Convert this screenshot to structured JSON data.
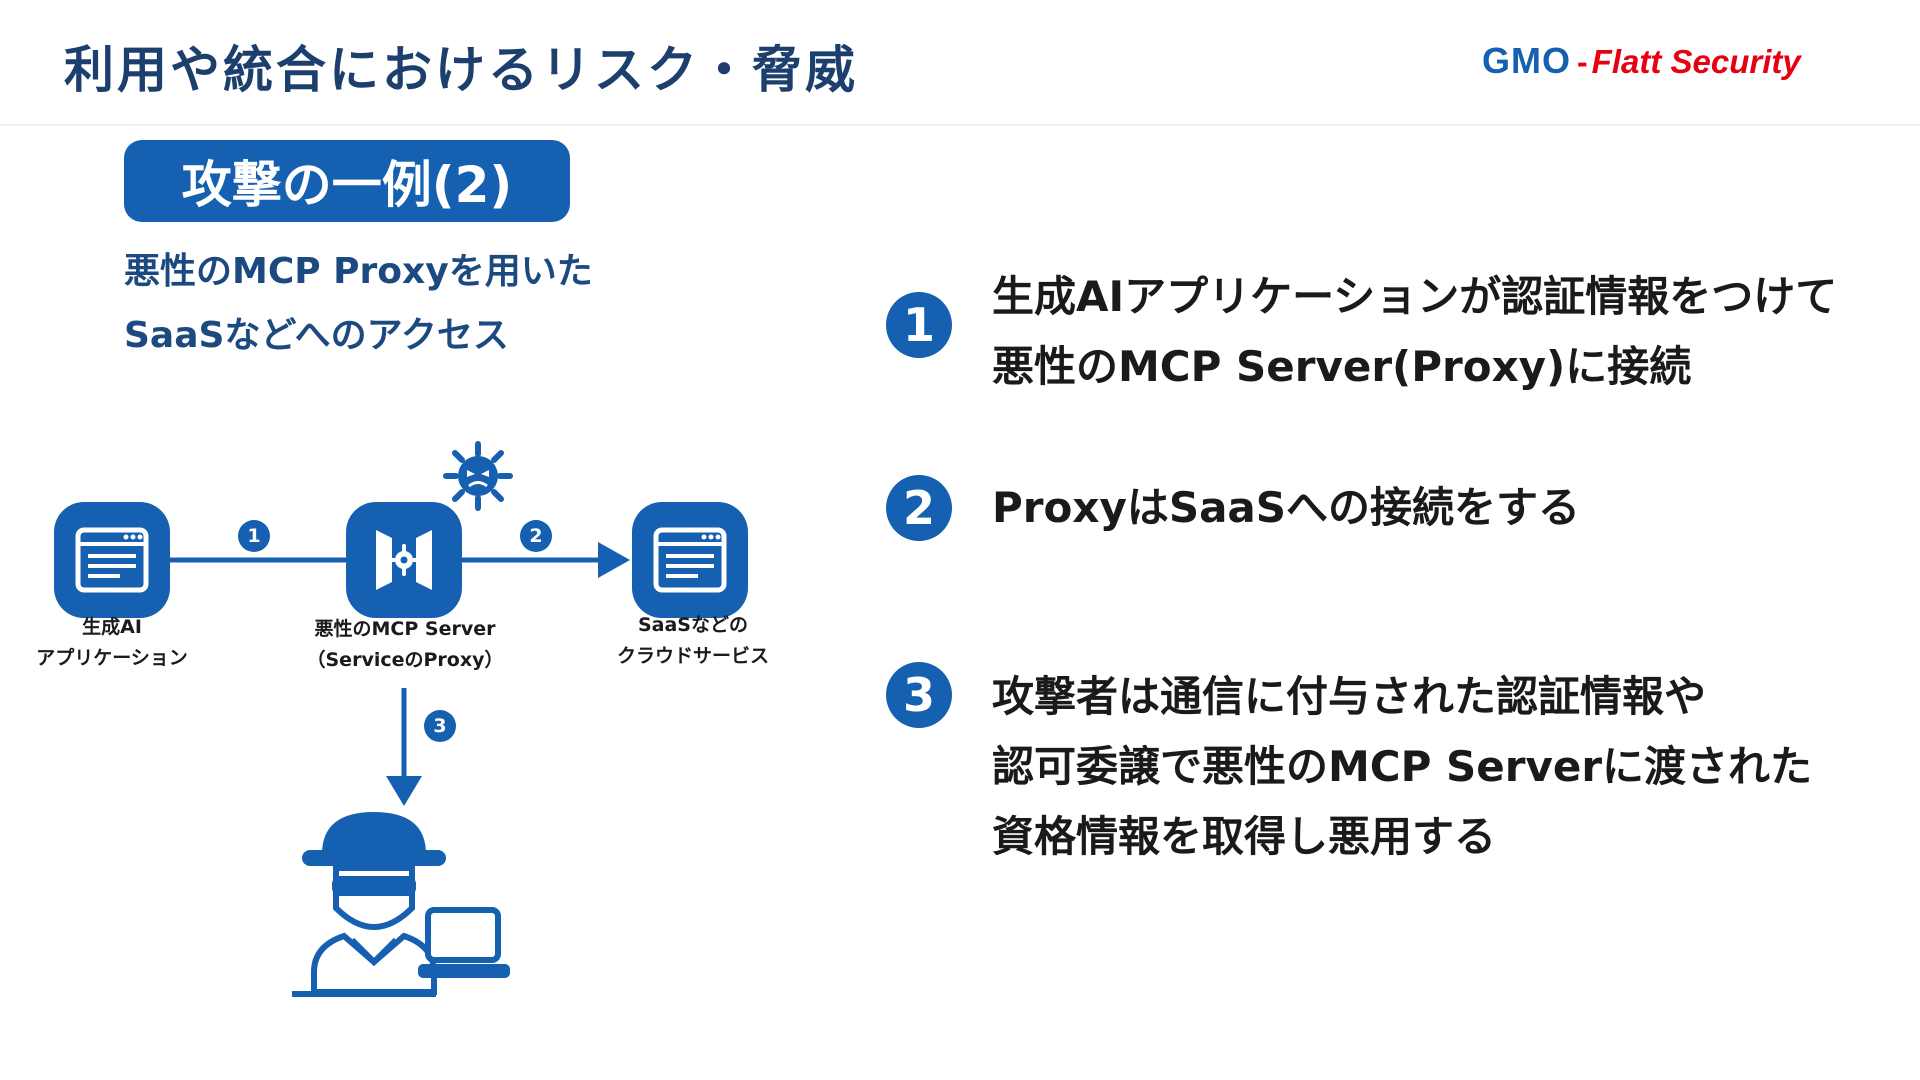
{
  "header": {
    "title": "利用や統合におけるリスク・脅威",
    "logo_main": "GMO",
    "logo_sub": "Flatt Security"
  },
  "badge": {
    "label": "攻撃の一例(2)"
  },
  "subtitle": {
    "line1": "悪性のMCP Proxyを用いた",
    "line2": "SaaSなどへのアクセス"
  },
  "diagram": {
    "nodes": [
      {
        "name": "genai-app",
        "line1": "生成AI",
        "line2": "アプリケーション",
        "icon": "app-window-icon"
      },
      {
        "name": "malicious-mcp-server",
        "line1": "悪性のMCP Server",
        "line2": "（ServiceのProxy）",
        "icon": "proxy-server-icon"
      },
      {
        "name": "saas",
        "line1": "SaaSなどの",
        "line2": "クラウドサービス",
        "icon": "app-window-icon"
      }
    ],
    "edge_labels": [
      "1",
      "2",
      "3"
    ],
    "colors": {
      "accent": "#1560b0"
    },
    "extra_icons": [
      "virus-icon",
      "hacker-icon",
      "laptop-icon"
    ]
  },
  "steps": [
    {
      "num": "1",
      "lines": [
        "生成AIアプリケーションが認証情報をつけて",
        "悪性のMCP Server(Proxy)に接続"
      ]
    },
    {
      "num": "2",
      "lines": [
        "ProxyはSaaSへの接続をする"
      ]
    },
    {
      "num": "3",
      "lines": [
        "攻撃者は通信に付与された認証情報や",
        "認可委譲で悪性のMCP Serverに渡された",
        "資格情報を取得し悪用する"
      ]
    }
  ]
}
